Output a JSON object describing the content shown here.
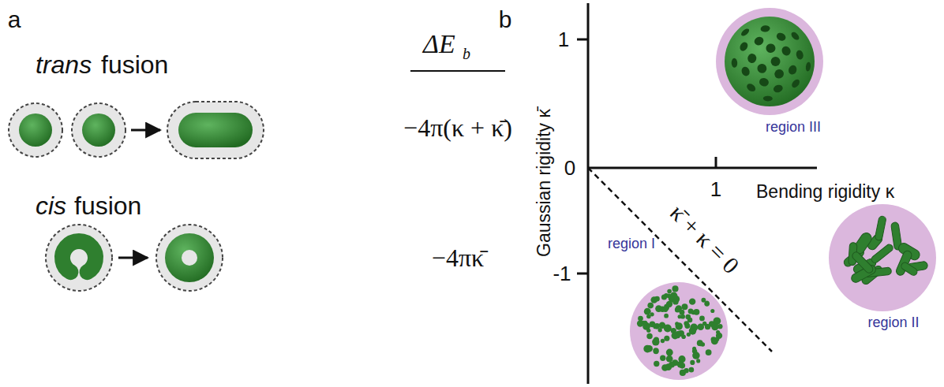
{
  "diagram": {
    "labels": [
      "a",
      "trans",
      "fusion",
      "ΔE",
      "b",
      "−4π(κ + κ̄)",
      "cis",
      "fusion",
      "−4πκ̄",
      "b",
      "1",
      "0",
      "-1",
      "1",
      "Gaussian rigidity κ̄",
      "Bending rigidity κ",
      "κ̄ + κ = 0",
      "region III",
      "region II",
      "region I"
    ]
  }
}
